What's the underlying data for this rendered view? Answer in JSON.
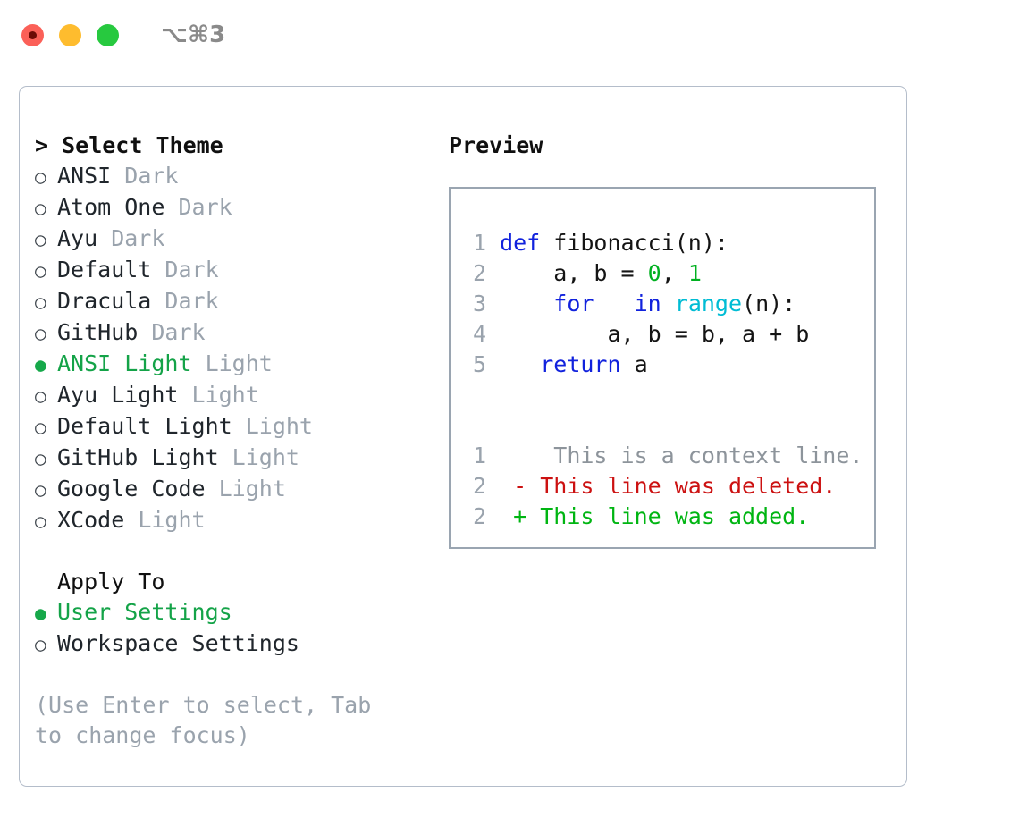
{
  "titlebar": {
    "shortcut": "⌥⌘3",
    "dots": [
      {
        "name": "close",
        "color": "#fb6058"
      },
      {
        "name": "minimize",
        "color": "#febc2e"
      },
      {
        "name": "maximize",
        "color": "#27c93f"
      }
    ]
  },
  "theme_list": {
    "header": "> Select Theme",
    "options": [
      {
        "bullet": "○",
        "label": "ANSI",
        "suffix": "Dark",
        "selected": false
      },
      {
        "bullet": "○",
        "label": "Atom One",
        "suffix": "Dark",
        "selected": false
      },
      {
        "bullet": "○",
        "label": "Ayu",
        "suffix": "Dark",
        "selected": false
      },
      {
        "bullet": "○",
        "label": "Default",
        "suffix": "Dark",
        "selected": false
      },
      {
        "bullet": "○",
        "label": "Dracula",
        "suffix": "Dark",
        "selected": false
      },
      {
        "bullet": "○",
        "label": "GitHub",
        "suffix": "Dark",
        "selected": false
      },
      {
        "bullet": "●",
        "label": "ANSI Light",
        "suffix": "Light",
        "selected": true
      },
      {
        "bullet": "○",
        "label": "Ayu Light",
        "suffix": "Light",
        "selected": false
      },
      {
        "bullet": "○",
        "label": "Default Light",
        "suffix": "Light",
        "selected": false
      },
      {
        "bullet": "○",
        "label": "GitHub Light",
        "suffix": "Light",
        "selected": false
      },
      {
        "bullet": "○",
        "label": "Google Code",
        "suffix": "Light",
        "selected": false
      },
      {
        "bullet": "○",
        "label": "XCode",
        "suffix": "Light",
        "selected": false
      }
    ]
  },
  "apply_to": {
    "header": "Apply To",
    "options": [
      {
        "bullet": "●",
        "label": "User Settings",
        "selected": true
      },
      {
        "bullet": "○",
        "label": "Workspace Settings",
        "selected": false
      }
    ]
  },
  "hint": "(Use Enter to select, Tab to change focus)",
  "preview": {
    "title": "Preview",
    "code_lines": [
      {
        "num": "1",
        "tokens": [
          {
            "t": "def",
            "c": "kw"
          },
          {
            "t": " fibonacci(n):",
            "c": "fn"
          }
        ]
      },
      {
        "num": "2",
        "tokens": [
          {
            "t": "    a, b = ",
            "c": "fn"
          },
          {
            "t": "0",
            "c": "num"
          },
          {
            "t": ", ",
            "c": "fn"
          },
          {
            "t": "1",
            "c": "num"
          }
        ]
      },
      {
        "num": "3",
        "tokens": [
          {
            "t": "    ",
            "c": "fn"
          },
          {
            "t": "for",
            "c": "kw"
          },
          {
            "t": " _ ",
            "c": "fn"
          },
          {
            "t": "in",
            "c": "kw"
          },
          {
            "t": " ",
            "c": "fn"
          },
          {
            "t": "range",
            "c": "bi"
          },
          {
            "t": "(n):",
            "c": "fn"
          }
        ]
      },
      {
        "num": "4",
        "tokens": [
          {
            "t": "        a, b = b, a + b",
            "c": "fn"
          }
        ]
      },
      {
        "num": "5",
        "tokens": [
          {
            "t": "   ",
            "c": "fn"
          },
          {
            "t": "return",
            "c": "kw"
          },
          {
            "t": " a",
            "c": "fn"
          }
        ]
      }
    ],
    "diff_lines": [
      {
        "num": "1",
        "marker": " ",
        "text": "  This is a context line.",
        "kind": "ctx"
      },
      {
        "num": "2",
        "marker": "-",
        "text": " This line was deleted.",
        "kind": "del"
      },
      {
        "num": "2",
        "marker": "+",
        "text": " This line was added.",
        "kind": "add"
      }
    ]
  },
  "colors": {
    "accent_green": "#14a348",
    "muted": "#9aa3ad",
    "keyword_blue": "#1122dd",
    "builtin_cyan": "#00bcd4",
    "number_green": "#00b020",
    "diff_add": "#00b512",
    "diff_del": "#cc1111",
    "border": "#b4bdca"
  }
}
